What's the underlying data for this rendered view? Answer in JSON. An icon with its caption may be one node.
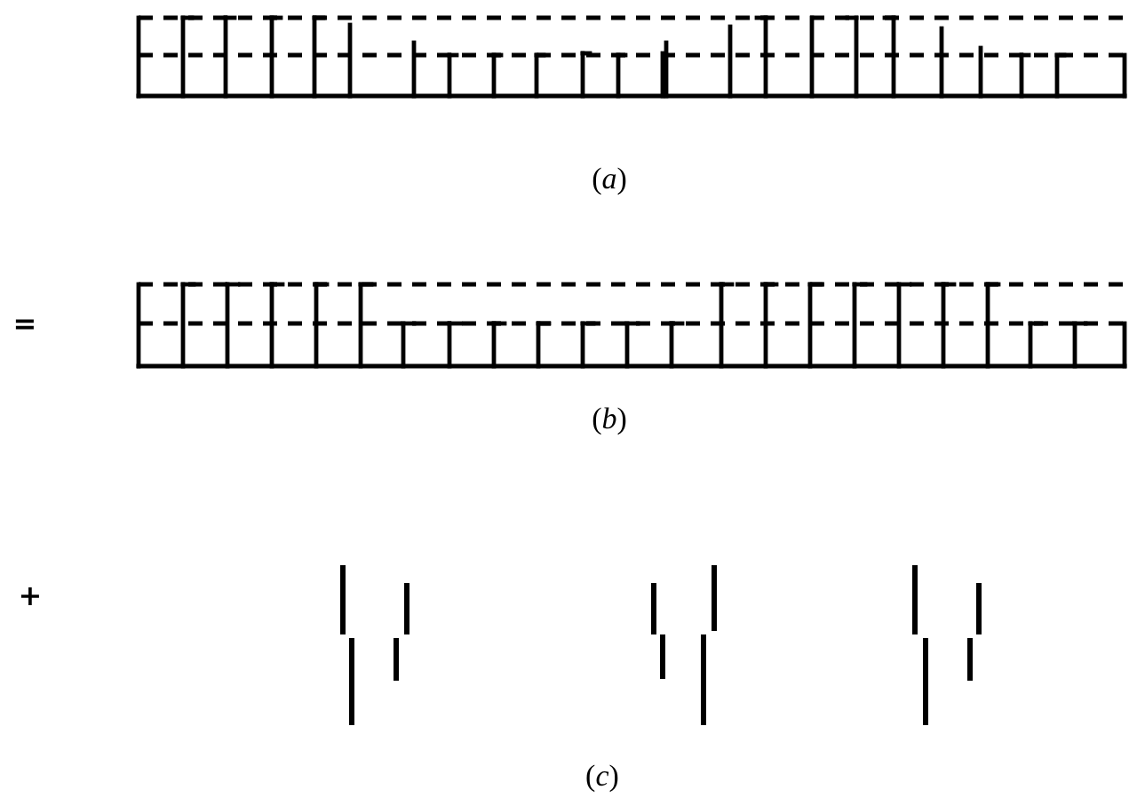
{
  "diagram": {
    "labels": [
      "(*a*)",
      "=",
      "(*b*)",
      "+",
      "(*c*)"
    ]
  }
}
